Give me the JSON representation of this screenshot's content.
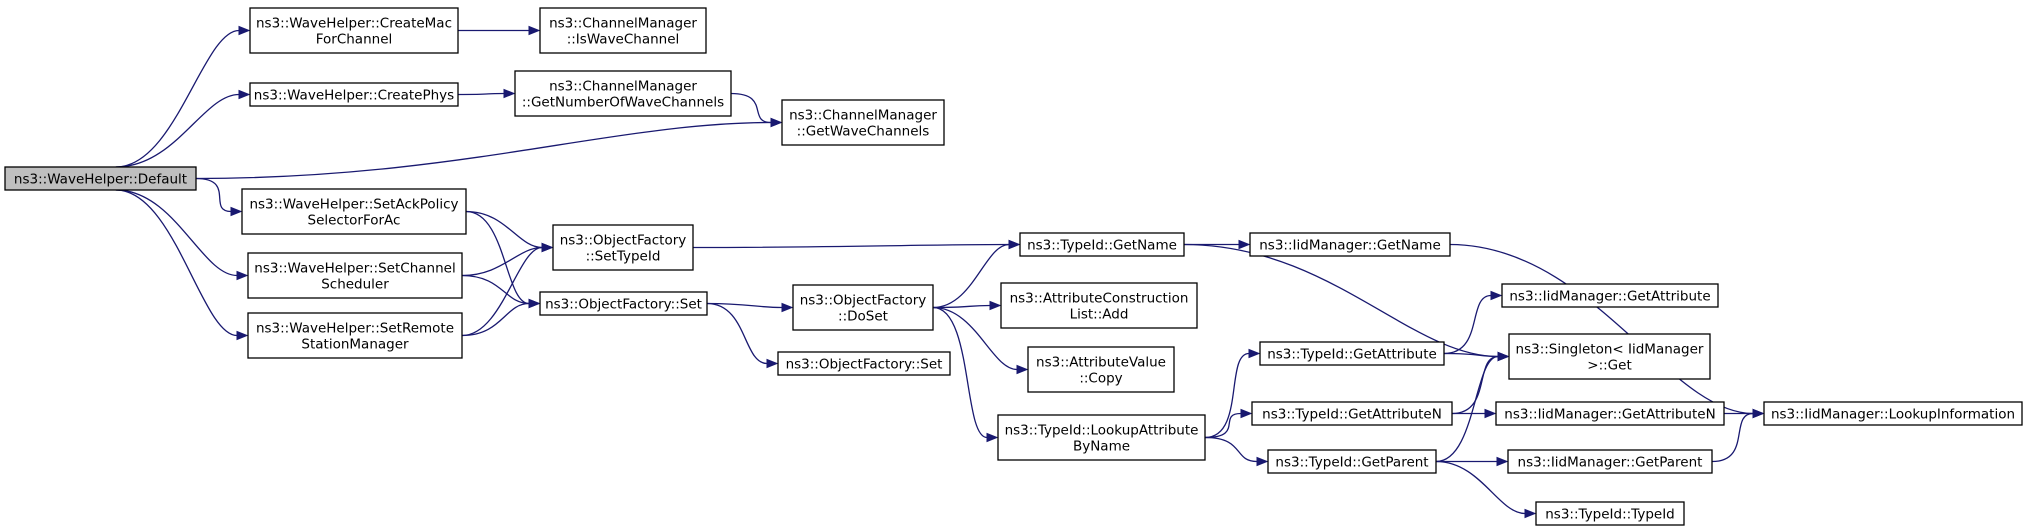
{
  "colors": {
    "edge": "#191970",
    "node_border": "#000000",
    "root_fill": "#bfbfbf",
    "node_fill": "#ffffff"
  },
  "nodes": [
    {
      "id": "default",
      "lines": [
        "ns3::WaveHelper::Default"
      ],
      "root": true
    },
    {
      "id": "createmac",
      "lines": [
        "ns3::WaveHelper::CreateMac",
        "ForChannel"
      ]
    },
    {
      "id": "createphys",
      "lines": [
        "ns3::WaveHelper::CreatePhys"
      ]
    },
    {
      "id": "setack",
      "lines": [
        "ns3::WaveHelper::SetAckPolicy",
        "SelectorForAc"
      ]
    },
    {
      "id": "setchannel",
      "lines": [
        "ns3::WaveHelper::SetChannel",
        "Scheduler"
      ]
    },
    {
      "id": "setremote",
      "lines": [
        "ns3::WaveHelper::SetRemote",
        "StationManager"
      ]
    },
    {
      "id": "iswave",
      "lines": [
        "ns3::ChannelManager",
        "::IsWaveChannel"
      ]
    },
    {
      "id": "getnumber",
      "lines": [
        "ns3::ChannelManager",
        "::GetNumberOfWaveChannels"
      ]
    },
    {
      "id": "getwave",
      "lines": [
        "ns3::ChannelManager",
        "::GetWaveChannels"
      ]
    },
    {
      "id": "settypeid",
      "lines": [
        "ns3::ObjectFactory",
        "::SetTypeId"
      ]
    },
    {
      "id": "ofset",
      "lines": [
        "ns3::ObjectFactory::Set"
      ]
    },
    {
      "id": "doset",
      "lines": [
        "ns3::ObjectFactory",
        "::DoSet"
      ]
    },
    {
      "id": "ofset2",
      "lines": [
        "ns3::ObjectFactory::Set"
      ]
    },
    {
      "id": "getname",
      "lines": [
        "ns3::TypeId::GetName"
      ]
    },
    {
      "id": "acladd",
      "lines": [
        "ns3::AttributeConstruction",
        "List::Add"
      ]
    },
    {
      "id": "avcopy",
      "lines": [
        "ns3::AttributeValue",
        "::Copy"
      ]
    },
    {
      "id": "lookupattr",
      "lines": [
        "ns3::TypeId::LookupAttribute",
        "ByName"
      ]
    },
    {
      "id": "iidgetname",
      "lines": [
        "ns3::IidManager::GetName"
      ]
    },
    {
      "id": "getattr",
      "lines": [
        "ns3::TypeId::GetAttribute"
      ]
    },
    {
      "id": "getattrn",
      "lines": [
        "ns3::TypeId::GetAttributeN"
      ]
    },
    {
      "id": "getparent",
      "lines": [
        "ns3::TypeId::GetParent"
      ]
    },
    {
      "id": "iidgetattr",
      "lines": [
        "ns3::IidManager::GetAttribute"
      ]
    },
    {
      "id": "singleton",
      "lines": [
        "ns3::Singleton< IidManager",
        " >::Get"
      ]
    },
    {
      "id": "iidgetattrn",
      "lines": [
        "ns3::IidManager::GetAttributeN"
      ]
    },
    {
      "id": "iidgetparent",
      "lines": [
        "ns3::IidManager::GetParent"
      ]
    },
    {
      "id": "typeidctor",
      "lines": [
        "ns3::TypeId::TypeId"
      ]
    },
    {
      "id": "lookupinfo",
      "lines": [
        "ns3::IidManager::LookupInformation"
      ]
    }
  ],
  "edges": [
    [
      "default",
      "createmac"
    ],
    [
      "default",
      "createphys"
    ],
    [
      "default",
      "getwave"
    ],
    [
      "default",
      "setack"
    ],
    [
      "default",
      "setchannel"
    ],
    [
      "default",
      "setremote"
    ],
    [
      "createmac",
      "iswave"
    ],
    [
      "createphys",
      "getnumber"
    ],
    [
      "getnumber",
      "getwave"
    ],
    [
      "setack",
      "settypeid"
    ],
    [
      "setack",
      "ofset"
    ],
    [
      "setchannel",
      "settypeid"
    ],
    [
      "setchannel",
      "ofset"
    ],
    [
      "setremote",
      "settypeid"
    ],
    [
      "setremote",
      "ofset"
    ],
    [
      "settypeid",
      "getname"
    ],
    [
      "ofset",
      "doset"
    ],
    [
      "ofset",
      "ofset2"
    ],
    [
      "doset",
      "getname"
    ],
    [
      "doset",
      "acladd"
    ],
    [
      "doset",
      "avcopy"
    ],
    [
      "doset",
      "lookupattr"
    ],
    [
      "getname",
      "iidgetname"
    ],
    [
      "getname",
      "singleton"
    ],
    [
      "iidgetname",
      "lookupinfo"
    ],
    [
      "lookupattr",
      "getattr"
    ],
    [
      "lookupattr",
      "getattrn"
    ],
    [
      "lookupattr",
      "getparent"
    ],
    [
      "getattr",
      "iidgetattr"
    ],
    [
      "getattr",
      "singleton"
    ],
    [
      "getattrn",
      "singleton"
    ],
    [
      "getattrn",
      "iidgetattrn"
    ],
    [
      "getparent",
      "singleton"
    ],
    [
      "getparent",
      "iidgetparent"
    ],
    [
      "getparent",
      "typeidctor"
    ],
    [
      "iidgetattrn",
      "lookupinfo"
    ],
    [
      "iidgetparent",
      "lookupinfo"
    ]
  ]
}
